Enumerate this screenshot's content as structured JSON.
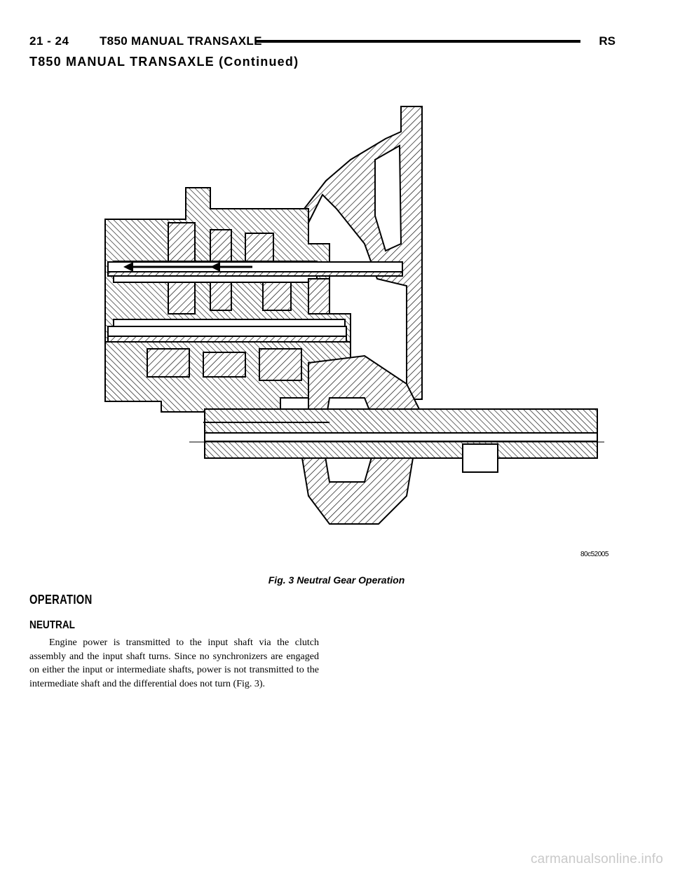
{
  "header": {
    "page_number": "21 - 24",
    "title": "T850 MANUAL TRANSAXLE",
    "code": "RS"
  },
  "section_continued": "T850 MANUAL TRANSAXLE (Continued)",
  "figure": {
    "id": "80c52005",
    "caption": "Fig. 3 Neutral Gear Operation"
  },
  "operation": {
    "heading": "OPERATION",
    "subheading": "NEUTRAL",
    "paragraph": "Engine power is transmitted to the input shaft via the clutch assembly and the input shaft turns. Since no synchronizers are engaged on either the input or intermediate shafts, power is not transmitted to the intermediate shaft and the differential does not turn (Fig. 3)."
  },
  "watermark": "carmanualsonline.info"
}
